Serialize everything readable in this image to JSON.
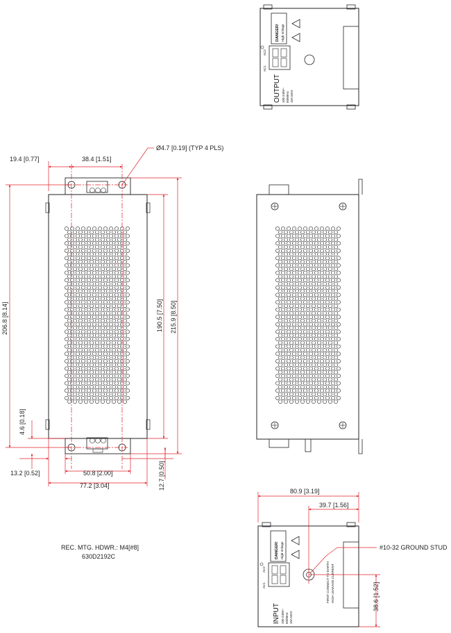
{
  "dimensions": {
    "d_19_4": "19.4 [0.77]",
    "d_38_4": "38.4 [1.51]",
    "d_hole": "Ø4.7 [0.19] (TYP 4 PLS)",
    "d_206_8": "206.8 [8.14]",
    "d_190_5": "190.5 [7.50]",
    "d_215_9": "215.9 [8.50]",
    "d_4_6": "4.6 [0.18]",
    "d_13_2": "13.2 [0.52]",
    "d_50_8": "50.8 [2.00]",
    "d_77_2": "77.2 [3.04]",
    "d_12_7": "12.7 [0.50]",
    "d_80_9": "80.9 [3.19]",
    "d_39_7": "39.7 [1.56]",
    "d_38_6": "38.6 [1.52]"
  },
  "labels": {
    "ground_stud": "#10-32 GROUND STUD",
    "mtg_hardware": "REC. MTG. HDWR.: M4[#8]",
    "part_number": "630D2192C"
  },
  "output_panel": {
    "danger": "DANGER!",
    "high_voltage": "High Voltage",
    "title": "OUTPUT",
    "line1": "100-240V~",
    "line2": "50/60Hz",
    "line3": "10A MAX",
    "ac1": "AC1",
    "ac2": "AC2"
  },
  "input_panel": {
    "danger": "DANGER!",
    "high_voltage": "High Voltage",
    "title": "INPUT",
    "line1": "100-240V~",
    "line2": "50/60Hz",
    "line3": "10A MAX",
    "ac1": "AC1",
    "ac2": "AC2",
    "earth1": "FIRST CONNECT TO EARTH",
    "earth2": "HIGH LEAKAGE CURRENT"
  },
  "colors": {
    "dimension_line": "#e0202a",
    "outline": "#222222"
  }
}
